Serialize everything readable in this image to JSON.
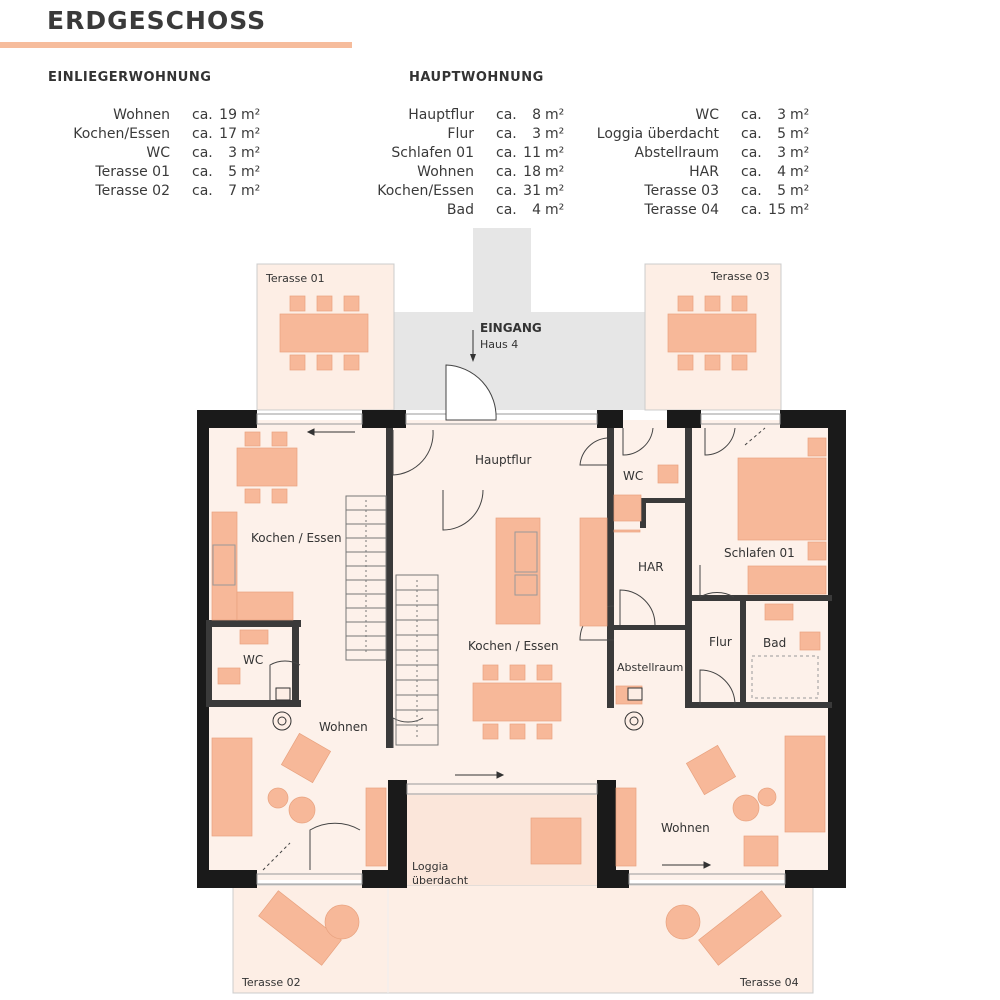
{
  "title": "ERDGESCHOSS",
  "einlieger": {
    "heading": "EINLIEGERWOHNUNG",
    "rows": [
      {
        "name": "Wohnen",
        "ca": "ca.",
        "value": "19",
        "unit": "m²"
      },
      {
        "name": "Kochen/Essen",
        "ca": "ca.",
        "value": "17",
        "unit": "m²"
      },
      {
        "name": "WC",
        "ca": "ca.",
        "value": "3",
        "unit": "m²"
      },
      {
        "name": "Terasse 01",
        "ca": "ca.",
        "value": "5",
        "unit": "m²"
      },
      {
        "name": "Terasse 02",
        "ca": "ca.",
        "value": "7",
        "unit": "m²"
      }
    ]
  },
  "haupt": {
    "heading": "HAUPTWOHNUNG",
    "col1": [
      {
        "name": "Hauptflur",
        "ca": "ca.",
        "value": "8",
        "unit": "m²"
      },
      {
        "name": "Flur",
        "ca": "ca.",
        "value": "3",
        "unit": "m²"
      },
      {
        "name": "Schlafen 01",
        "ca": "ca.",
        "value": "11",
        "unit": "m²"
      },
      {
        "name": "Wohnen",
        "ca": "ca.",
        "value": "18",
        "unit": "m²"
      },
      {
        "name": "Kochen/Essen",
        "ca": "ca.",
        "value": "31",
        "unit": "m²"
      },
      {
        "name": "Bad",
        "ca": "ca.",
        "value": "4",
        "unit": "m²"
      }
    ],
    "col2": [
      {
        "name": "WC",
        "ca": "ca.",
        "value": "3",
        "unit": "m²"
      },
      {
        "name": "Loggia überdacht",
        "ca": "ca.",
        "value": "5",
        "unit": "m²"
      },
      {
        "name": "Abstellraum",
        "ca": "ca.",
        "value": "3",
        "unit": "m²"
      },
      {
        "name": "HAR",
        "ca": "ca.",
        "value": "4",
        "unit": "m²"
      },
      {
        "name": "Terasse 03",
        "ca": "ca.",
        "value": "5",
        "unit": "m²"
      },
      {
        "name": "Terasse 04",
        "ca": "ca.",
        "value": "15",
        "unit": "m²"
      }
    ]
  },
  "plan": {
    "terasse01": "Terasse 01",
    "terasse02": "Terasse 02",
    "terasse03": "Terasse 03",
    "terasse04": "Terasse 04",
    "eingang": "EINGANG",
    "haus": "Haus 4",
    "hauptflur": "Hauptflur",
    "wc_haupt": "WC",
    "wc_einl": "WC",
    "har": "HAR",
    "kochen_einl": "Kochen / Essen",
    "kochen_haupt": "Kochen / Essen",
    "schlafen": "Schlafen 01",
    "flur": "Flur",
    "bad": "Bad",
    "abstellraum": "Abstellraum",
    "wohnen_einl": "Wohnen",
    "wohnen_haupt": "Wohnen",
    "loggia1": "Loggia",
    "loggia2": "überdacht"
  }
}
